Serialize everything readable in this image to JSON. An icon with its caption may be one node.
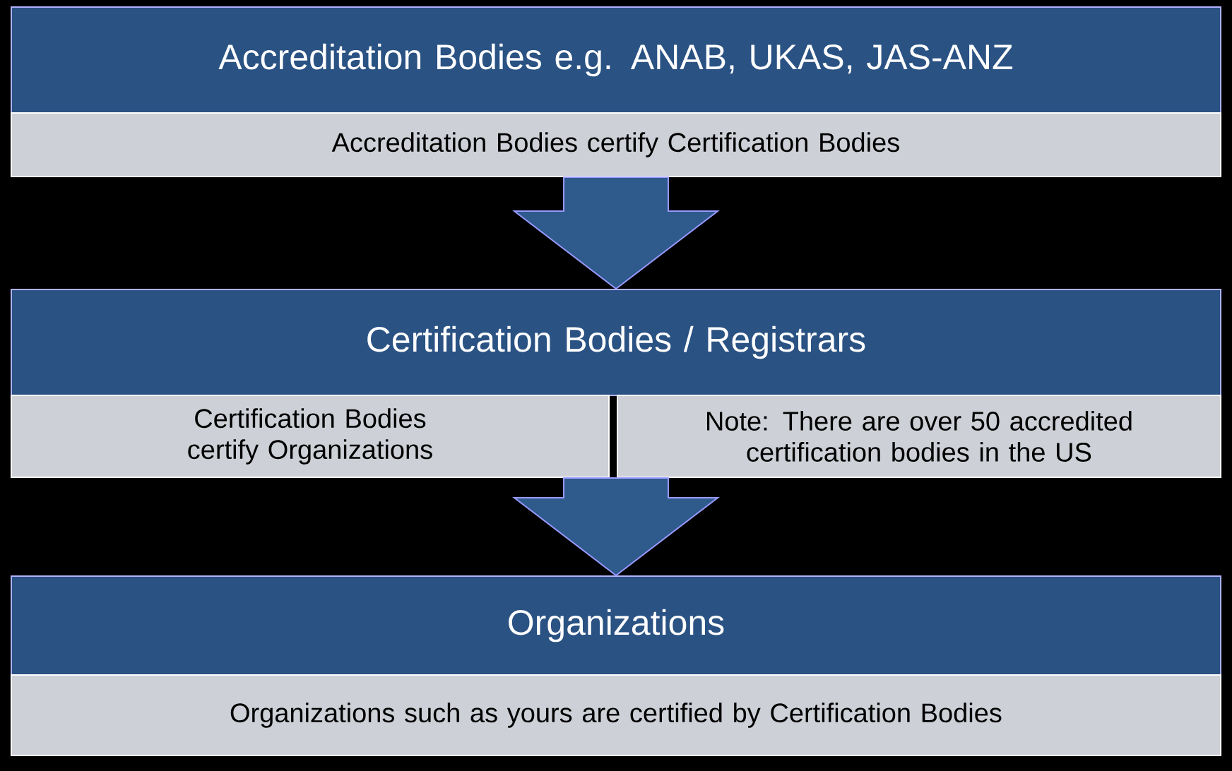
{
  "diagram": {
    "nodes": [
      {
        "text": [
          "Accreditation Bodies e.g. ANAB, UKAS, JAS-ANZ"
        ]
      },
      {
        "text": [
          "Accreditation Bodies certify Certification Bodies"
        ]
      },
      {
        "text": [
          "Certification Bodies / Registrars"
        ]
      },
      {
        "text": [
          "Certification Bodies certify Organizations"
        ]
      },
      {
        "text": [
          "Note: There are over 50 accredited certification bodies in the US"
        ]
      },
      {
        "text": [
          "Organizations"
        ]
      },
      {
        "text": [
          "Organizations such as yours are certified by Certification Bodies"
        ]
      }
    ],
    "edges": [
      {
        "from": 1,
        "to": 2,
        "arrow": "to"
      },
      {
        "from": 3,
        "to": 5,
        "arrow": "to"
      }
    ]
  }
}
